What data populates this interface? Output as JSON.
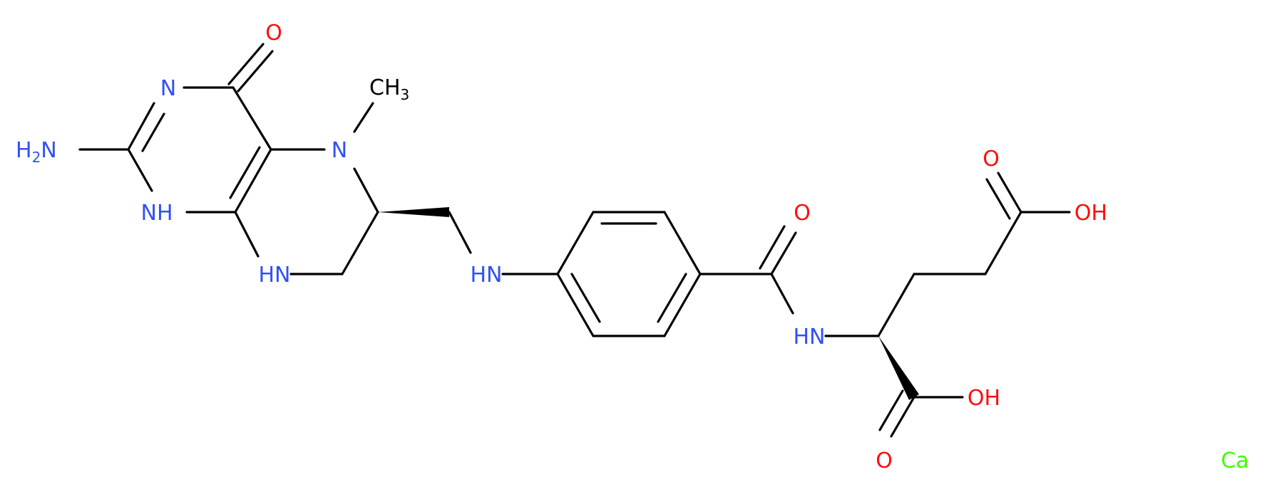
{
  "colors": {
    "nitrogen": "#3050F8",
    "oxygen": "#FF0D0D",
    "calcium": "#3DFF00",
    "carbon": "#000000"
  },
  "labels": {
    "o_ring": "O",
    "n3": "N",
    "h2n": "H",
    "h2n_sub": "2",
    "h2n_n": "N",
    "nh1": "NH",
    "hn8": "HN",
    "n5": "N",
    "methyl_ch": "CH",
    "methyl_sub": "3",
    "hn_link": "HN",
    "o_amide": "O",
    "hn_amide": "HN",
    "o_acid1": "O",
    "oh_acid1": "OH",
    "oh_acid2": "OH",
    "o_acid2": "O",
    "calcium": "Ca"
  }
}
